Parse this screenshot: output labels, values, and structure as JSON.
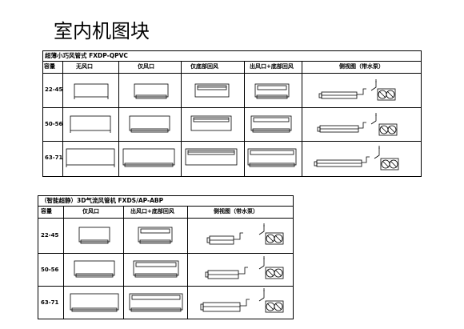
{
  "title": "室内机图块",
  "table1": {
    "name": "超薄小巧风管式  FXDP-QPVC",
    "headers": [
      "容量",
      "无风口",
      "仅风口",
      "仅底部回风",
      "出风口+底部回风",
      "侧视图（带水泵）"
    ],
    "rows": [
      "22-45",
      "50-56",
      "63-71"
    ]
  },
  "table2": {
    "name": "（智能超静）3D气流风管机  FXDS/AP-ABP",
    "headers": [
      "容量",
      "仅风口",
      "出风口+底部回风",
      "侧视图（带水泵）"
    ],
    "rows": [
      "22-45",
      "50-56",
      "63-71"
    ]
  }
}
